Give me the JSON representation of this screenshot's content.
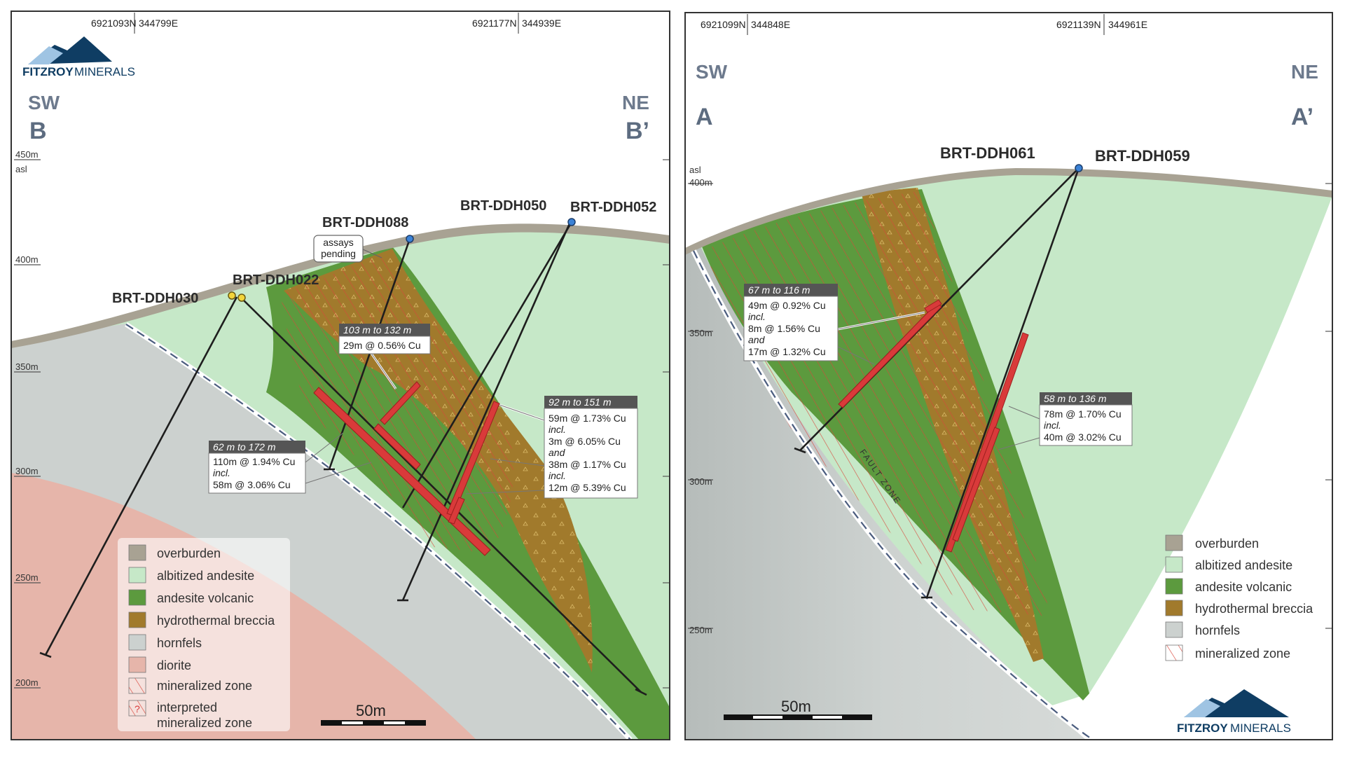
{
  "logo": {
    "text_a": "FITZROY",
    "text_b": "MINERALS"
  },
  "left": {
    "coords": [
      {
        "n": "6921093N",
        "e": "344799E"
      },
      {
        "n": "6921177N",
        "e": "344939E"
      }
    ],
    "dir_left": "SW",
    "dir_right": "NE",
    "sec_left": "B",
    "sec_right": "B’",
    "elev": [
      "450m",
      "asl",
      "400m",
      "350m",
      "300m",
      "250m",
      "200m"
    ],
    "holes": [
      "BRT-DDH088",
      "BRT-DDH050",
      "BRT-DDH052",
      "BRT-DDH022",
      "BRT-DDH030"
    ],
    "pending": [
      "assays",
      "pending"
    ],
    "labels": [
      {
        "head": "103 m to 132 m",
        "lines": [
          "29m @ 0.56% Cu"
        ]
      },
      {
        "head": "92 m to 151 m",
        "lines": [
          "59m @ 1.73% Cu",
          "incl.",
          "3m @ 6.05% Cu",
          "and",
          "38m @ 1.17% Cu",
          "incl.",
          "12m @ 5.39% Cu"
        ]
      },
      {
        "head": "62 m to 172 m",
        "lines": [
          "110m @ 1.94% Cu",
          "incl.",
          "58m @ 3.06% Cu"
        ]
      }
    ],
    "legend": [
      "overburden",
      "albitized andesite",
      "andesite volcanic",
      "hydrothermal breccia",
      "hornfels",
      "diorite",
      "mineralized zone",
      "interpreted",
      "mineralized zone"
    ],
    "scale": "50m"
  },
  "right": {
    "coords": [
      {
        "n": "6921099N",
        "e": "344848E"
      },
      {
        "n": "6921139N",
        "e": "344961E"
      }
    ],
    "dir_left": "SW",
    "dir_right": "NE",
    "sec_left": "A",
    "sec_right": "A’",
    "elev": [
      "asl",
      "400m",
      "350m",
      "300m",
      "250m"
    ],
    "holes": [
      "BRT-DDH061",
      "BRT-DDH059"
    ],
    "labels": [
      {
        "head": "67 m to 116 m",
        "lines": [
          "49m @ 0.92% Cu",
          "incl.",
          "8m @ 1.56% Cu",
          "and",
          "17m @ 1.32% Cu"
        ]
      },
      {
        "head": "58 m to 136 m",
        "lines": [
          "78m @ 1.70% Cu",
          "incl.",
          "40m @ 3.02% Cu"
        ]
      }
    ],
    "fault": "FAULT ZONE",
    "legend": [
      "overburden",
      "albitized andesite",
      "andesite volcanic",
      "hydrothermal breccia",
      "hornfels",
      "mineralized zone"
    ],
    "scale": "50m"
  },
  "colors": {
    "overburden": "#a8a293",
    "albitized": "#c6e8c8",
    "andesite": "#5c9a3e",
    "breccia": "#a17a2c",
    "hornfels": "#ccd1cf",
    "diorite": "#e6b5aa",
    "intercept": "#d93a3a",
    "collar": "#3b82d6",
    "collar_pending": "#f2d43a"
  }
}
